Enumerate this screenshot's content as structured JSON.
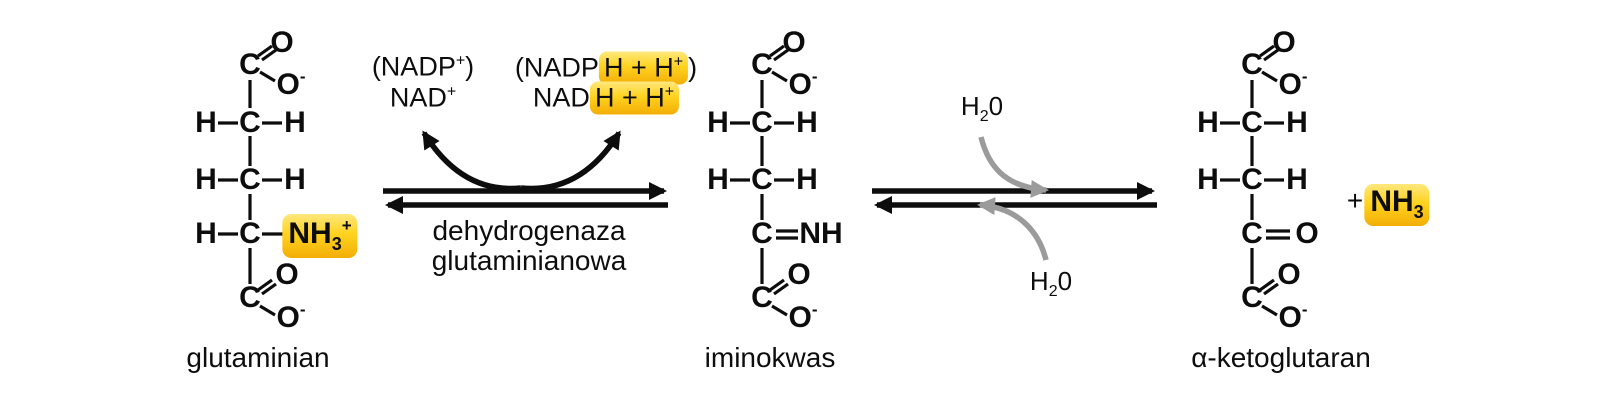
{
  "atoms": {
    "carbon": "C",
    "oxygen": "O",
    "hydrogen": "H",
    "minus": "-",
    "imine_group": "NH"
  },
  "ammonium": {
    "base": "NH",
    "sub": "3",
    "sup": "+"
  },
  "ammonia": {
    "base": "NH",
    "sub": "3"
  },
  "plus_sign": "+",
  "water": {
    "base": "H",
    "sub": "2",
    "oxygen": "0"
  },
  "molecules": [
    {
      "label": "glutaminian"
    },
    {
      "label": "iminokwas"
    },
    {
      "label": "α-ketoglutaran"
    }
  ],
  "cofactors": {
    "oxidized": {
      "line1_pre": "(NADP",
      "line1_sup": "+",
      "line1_post": ")",
      "line2_pre": "NAD",
      "line2_sup": "+"
    },
    "reduced": {
      "line1_pre": "(NADP",
      "line1_hl": "H + H",
      "line1_hl_sup": "+",
      "line1_post": ")",
      "line2_pre": "NAD",
      "line2_hl": "H + H",
      "line2_hl_sup": "+"
    }
  },
  "enzyme": {
    "line1": "dehydrogenaza",
    "line2": "glutaminianowa"
  },
  "colors": {
    "highlight_top": "#ffe87e",
    "highlight_mid": "#ffd31f",
    "highlight_deep": "#f3ae06",
    "arrow_gray": "#9b9b9b",
    "ink": "#0d0d0d"
  }
}
